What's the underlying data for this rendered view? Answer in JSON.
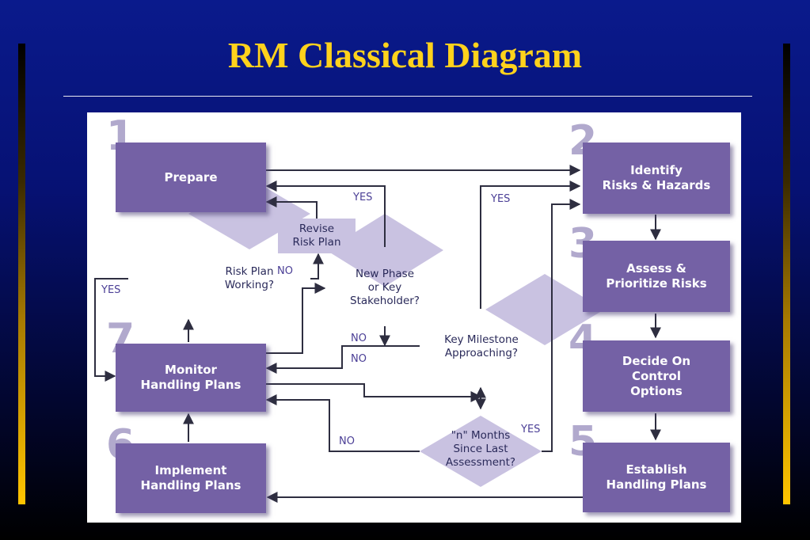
{
  "slide": {
    "title": "RM Classical Diagram"
  },
  "diagram": {
    "steps": [
      {
        "number": "1",
        "label": "Prepare"
      },
      {
        "number": "2",
        "label": "Identify\nRisks & Hazards"
      },
      {
        "number": "3",
        "label": "Assess &\nPrioritize Risks"
      },
      {
        "number": "4",
        "label": "Decide On\nControl\nOptions"
      },
      {
        "number": "5",
        "label": "Establish\nHandling Plans"
      },
      {
        "number": "6",
        "label": "Implement\nHandling Plans"
      },
      {
        "number": "7",
        "label": "Monitor\nHandling Plans"
      }
    ],
    "revise_box": "Revise\nRisk Plan",
    "decisions": {
      "risk_plan_working": "Risk Plan\nWorking?",
      "new_phase": "New Phase\nor Key\nStakeholder?",
      "key_milestone": "Key Milestone\nApproaching?",
      "n_months": "\"n\" Months\nSince Last\nAssessment?"
    },
    "labels": {
      "yes_left": "YES",
      "no_risk_plan": "NO",
      "yes_new_phase": "YES",
      "no_new_phase": "NO",
      "yes_milestone": "YES",
      "no_milestone": "NO",
      "no_n_months": "NO",
      "yes_n_months": "YES"
    },
    "colors": {
      "box_fill": "#7461a5",
      "diamond_fill": "#c9c2e1",
      "arrow": "#2e2e40",
      "label_text": "#4b3f96"
    }
  }
}
